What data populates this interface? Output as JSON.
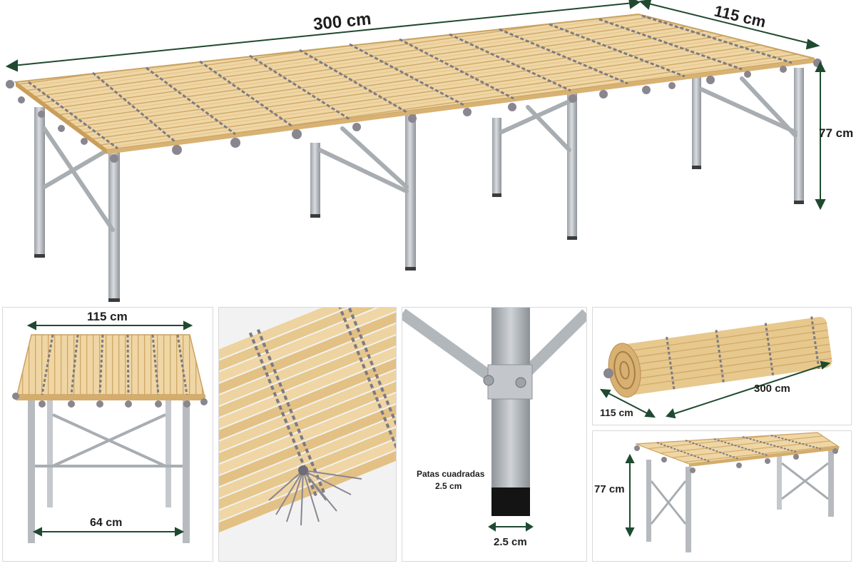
{
  "colors": {
    "dimension_line": "#1f4a30",
    "bamboo_light": "#f1d9a8",
    "bamboo_mid": "#e3c184",
    "bamboo_dark": "#c79c56",
    "cord": "#7d7a83",
    "metal": "#b9bdc2",
    "metal_dark": "#8c9196",
    "foot": "#141414"
  },
  "hero": {
    "length_label": "300 cm",
    "width_label": "115 cm",
    "height_label": "77 cm"
  },
  "panels": {
    "front": {
      "top_label": "115 cm",
      "bottom_label": "64 cm"
    },
    "closeup": {},
    "leg": {
      "caption_line1": "Patas cuadradas",
      "caption_line2": "2.5 cm",
      "width_label": "2.5 cm"
    },
    "rolled": {
      "width_label": "115 cm",
      "length_label": "300 cm"
    },
    "side": {
      "height_label": "77 cm"
    }
  }
}
